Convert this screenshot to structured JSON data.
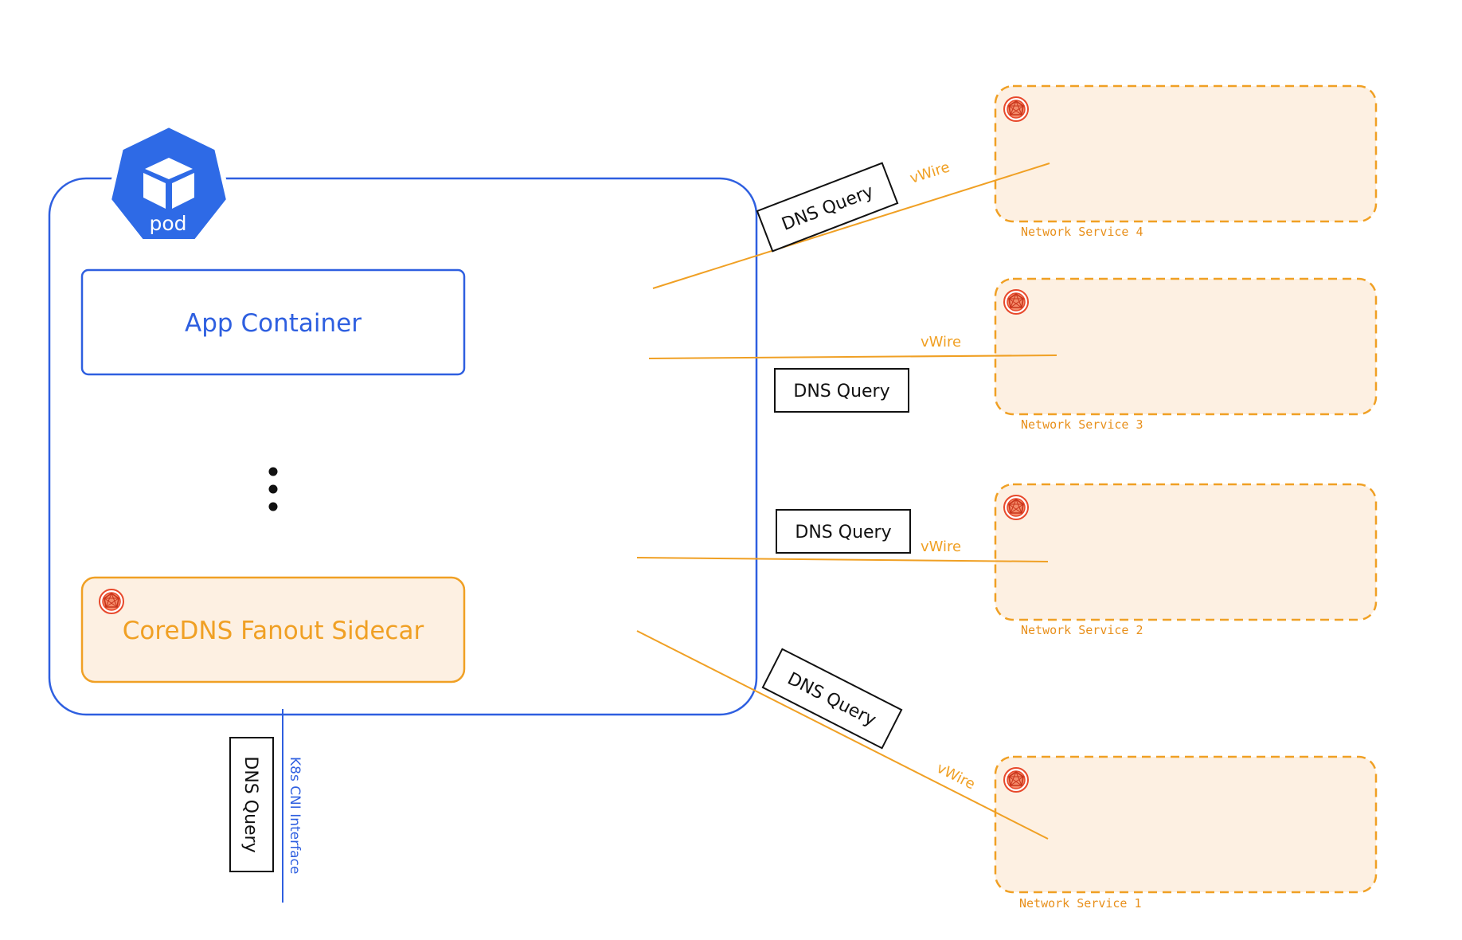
{
  "pod": {
    "icon_label": "pod",
    "app_container_label": "App Container",
    "sidecar_label": "CoreDNS Fanout Sidecar",
    "ellipsis": "⋮"
  },
  "cni": {
    "interface_label": "K8s CNI Interface",
    "query_label": "DNS Query"
  },
  "connections": [
    {
      "service_label": "Network Service 4",
      "wire_label": "vWire",
      "query_label": "DNS Query"
    },
    {
      "service_label": "Network Service 3",
      "wire_label": "vWire",
      "query_label": "DNS Query"
    },
    {
      "service_label": "Network Service 2",
      "wire_label": "vWire",
      "query_label": "DNS Query"
    },
    {
      "service_label": "Network Service 1",
      "wire_label": "vWire",
      "query_label": "DNS Query"
    }
  ],
  "icons": {
    "pod": "pod-cube-icon",
    "coredns": "coredns-logo-icon"
  },
  "colors": {
    "pod_blue": "#2e5fe0",
    "coredns_orange": "#f0a024",
    "service_fill": "#fdf0e2",
    "logo_red": "#e8492c"
  }
}
